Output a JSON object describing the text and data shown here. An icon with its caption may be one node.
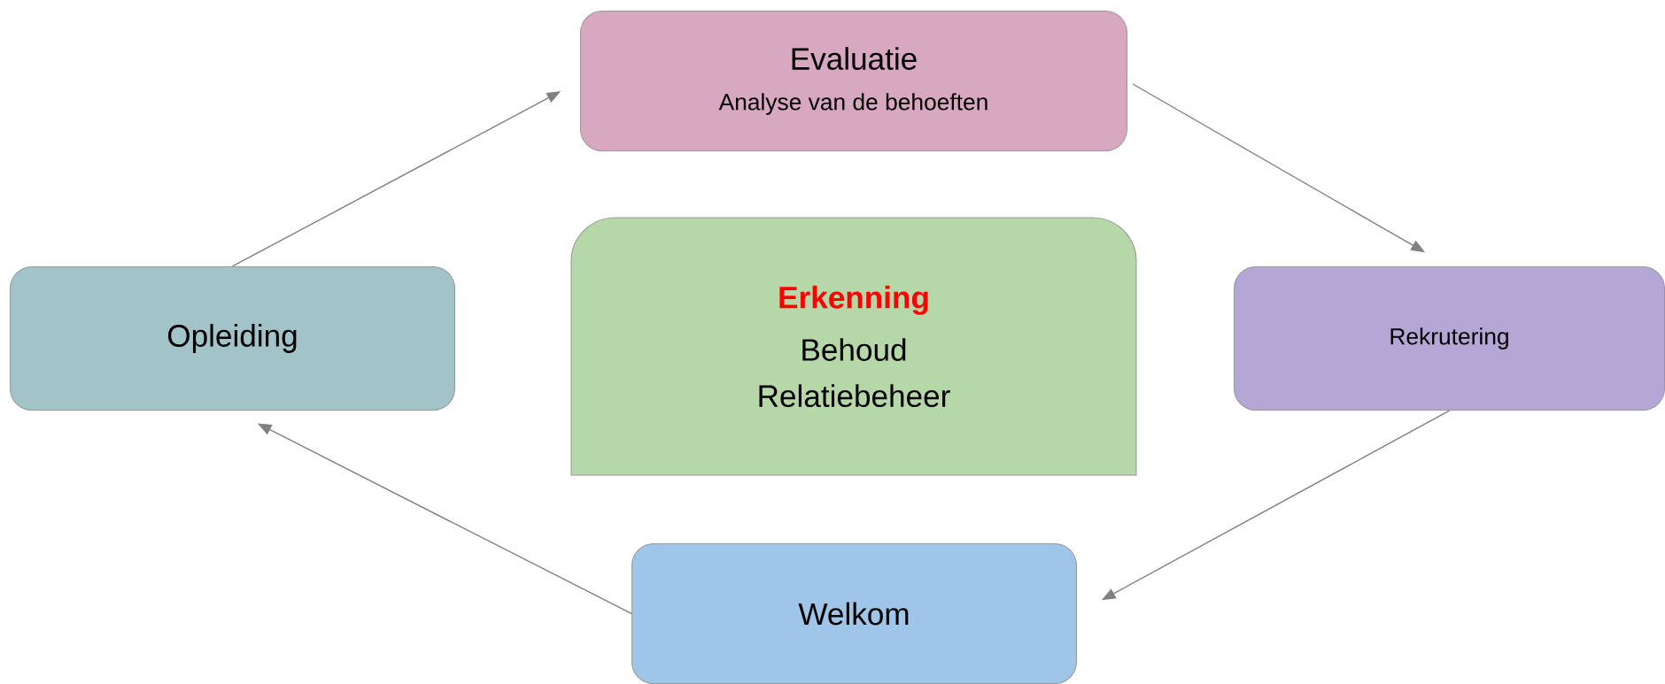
{
  "diagram": {
    "nodes": [
      {
        "text": [
          "Evaluatie",
          "Analyse van de behoeften"
        ]
      },
      {
        "text": [
          "Erkenning",
          "Behoud",
          "Relatiebeheer"
        ]
      },
      {
        "text": [
          "Rekrutering"
        ]
      },
      {
        "text": [
          "Welkom"
        ]
      },
      {
        "text": [
          "Opleiding"
        ]
      }
    ],
    "edges": [
      {
        "from": 0,
        "to": 2,
        "arrow": "to"
      },
      {
        "from": 2,
        "to": 3,
        "arrow": "to"
      },
      {
        "from": 3,
        "to": 4,
        "arrow": "to"
      },
      {
        "from": 4,
        "to": 0,
        "arrow": "to"
      }
    ]
  }
}
